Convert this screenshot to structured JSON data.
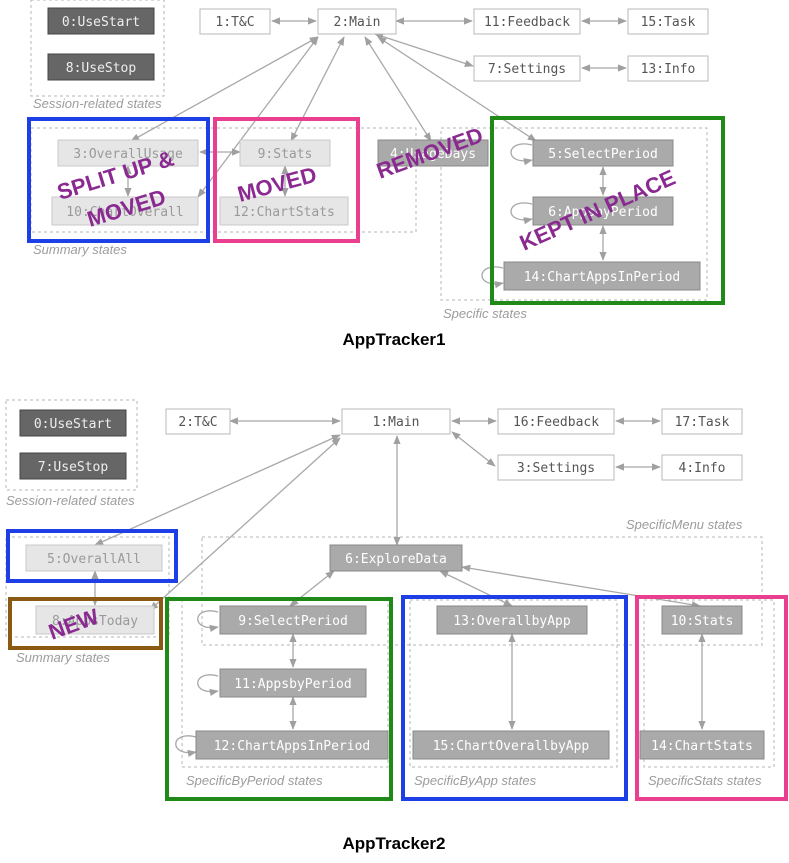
{
  "colors": {
    "blue": "#1f3fe6",
    "pink": "#ea3e8e",
    "green": "#1f8a17",
    "brown": "#8b5a12",
    "overlay_text": "#8a2a91"
  },
  "diagram1": {
    "caption": "AppTracker1",
    "groups": {
      "session": "Session-related states",
      "summary": "Summary states",
      "specific": "Specific states"
    },
    "states": {
      "s0": "0:UseStart",
      "s8": "8:UseStop",
      "s1": "1:T&C",
      "s2": "2:Main",
      "s11": "11:Feedback",
      "s15": "15:Task",
      "s7": "7:Settings",
      "s13": "13:Info",
      "s3": "3:OverallUsage",
      "s9": "9:Stats",
      "s4": "4:UsageDays",
      "s5": "5:SelectPeriod",
      "s10": "10:ChartOverall",
      "s12": "12:ChartStats",
      "s6": "6:AppsbyPeriod",
      "s14": "14:ChartAppsInPeriod"
    },
    "annotations": {
      "split": "SPLIT UP &",
      "split_moved": "MOVED",
      "moved": "MOVED",
      "removed": "REMOVED",
      "kept": "KEPT IN PLACE"
    }
  },
  "diagram2": {
    "caption": "AppTracker2",
    "groups": {
      "session": "Session-related states",
      "summary": "Summary states",
      "menu": "SpecificMenu states",
      "by_period": "SpecificByPeriod states",
      "by_app": "SpecificByApp states",
      "stats": "SpecificStats states"
    },
    "states": {
      "s0": "0:UseStart",
      "s7": "7:UseStop",
      "s2": "2:T&C",
      "s1": "1:Main",
      "s16": "16:Feedback",
      "s17": "17:Task",
      "s3": "3:Settings",
      "s4": "4:Info",
      "s5": "5:OverallAll",
      "s6": "6:ExploreData",
      "s8": "8:AppsToday",
      "s9": "9:SelectPeriod",
      "s13": "13:OverallbyApp",
      "s10": "10:Stats",
      "s11": "11:AppsbyPeriod",
      "s12": "12:ChartAppsInPeriod",
      "s15": "15:ChartOverallbyApp",
      "s14": "14:ChartStats"
    },
    "annotations": {
      "new": "NEW"
    }
  }
}
